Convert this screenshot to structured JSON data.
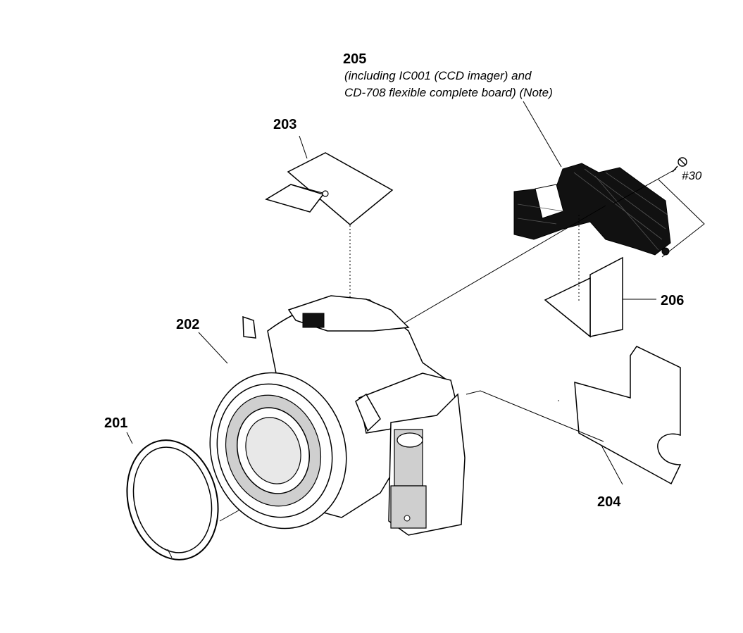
{
  "diagram": {
    "callouts": {
      "p201": "201",
      "p202": "202",
      "p203": "203",
      "p204": "204",
      "p205": "205",
      "p206": "206"
    },
    "note_line1": "(including IC001 (CCD imager) and",
    "note_line2": "CD-708 flexible complete board) (Note)",
    "screw_label": "#30"
  }
}
